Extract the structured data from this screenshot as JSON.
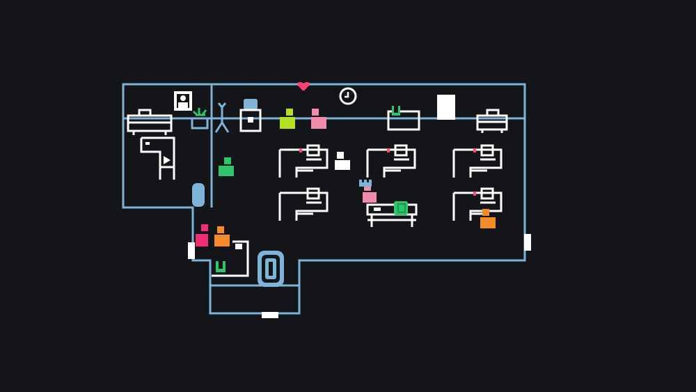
{
  "game": {
    "scene": "office-floor-plan",
    "colors": {
      "background": "#141519",
      "wall": "#7fb4d9",
      "furniture": "#ffffff",
      "heart": "#ff3f6e",
      "indicator": "#ff4d6d"
    },
    "characters": [
      {
        "name": "lime-worker",
        "color": "#b6e021"
      },
      {
        "name": "pink-worker",
        "color": "#f08cab"
      },
      {
        "name": "green-worker",
        "color": "#2fc56b"
      },
      {
        "name": "white-worker",
        "color": "#ffffff"
      },
      {
        "name": "rose-worker",
        "color": "#f08cab"
      },
      {
        "name": "magenta-worker",
        "color": "#ef2f75"
      },
      {
        "name": "orange-worker-lounge",
        "color": "#f58a2a"
      },
      {
        "name": "orange-worker-desk",
        "color": "#f58a2a"
      }
    ],
    "objects": {
      "plant": "plant-icon",
      "coat_rack": "coat-rack-icon",
      "water_cooler": "water-cooler-icon",
      "clock": "clock-icon",
      "heart": "heart-icon",
      "portrait": "portrait-icon",
      "coffee_mug": "mug-icon",
      "rug": "rug-icon"
    }
  }
}
